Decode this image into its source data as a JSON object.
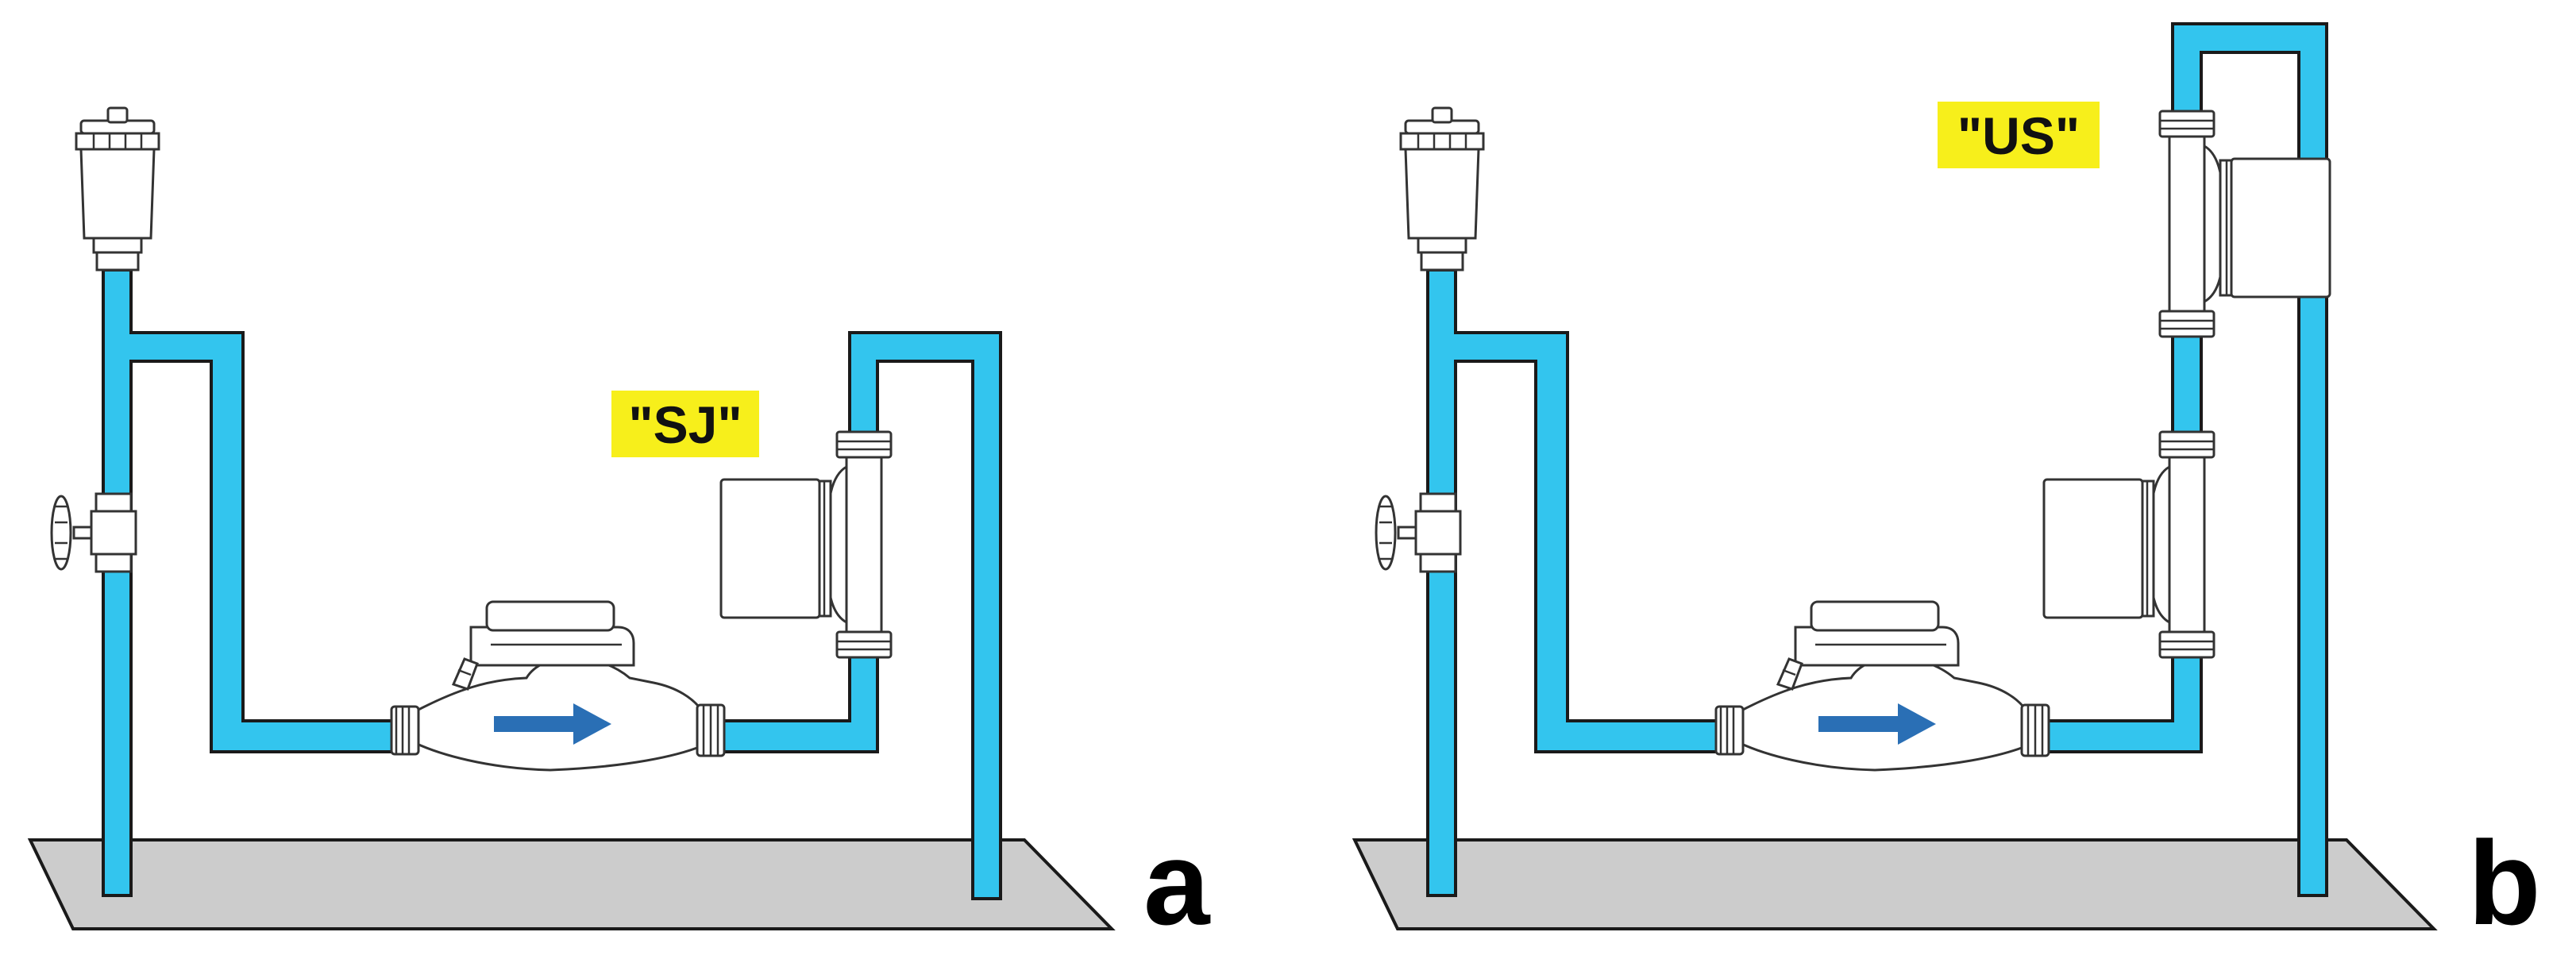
{
  "figure": {
    "panels": [
      {
        "letter": "a",
        "tag": "\"SJ\""
      },
      {
        "letter": "b",
        "tag": "\"US\""
      }
    ]
  },
  "colors": {
    "pipe": "#33c5ee",
    "floor": "#cccccc",
    "tag_highlight": "#f7ef1b",
    "flow_arrow": "#2a6fb5",
    "outline": "#1a1a1a"
  },
  "icons": [
    "air-vent-icon",
    "gate-valve-icon",
    "water-meter-icon",
    "circulation-pump-icon",
    "flow-arrow-icon"
  ]
}
